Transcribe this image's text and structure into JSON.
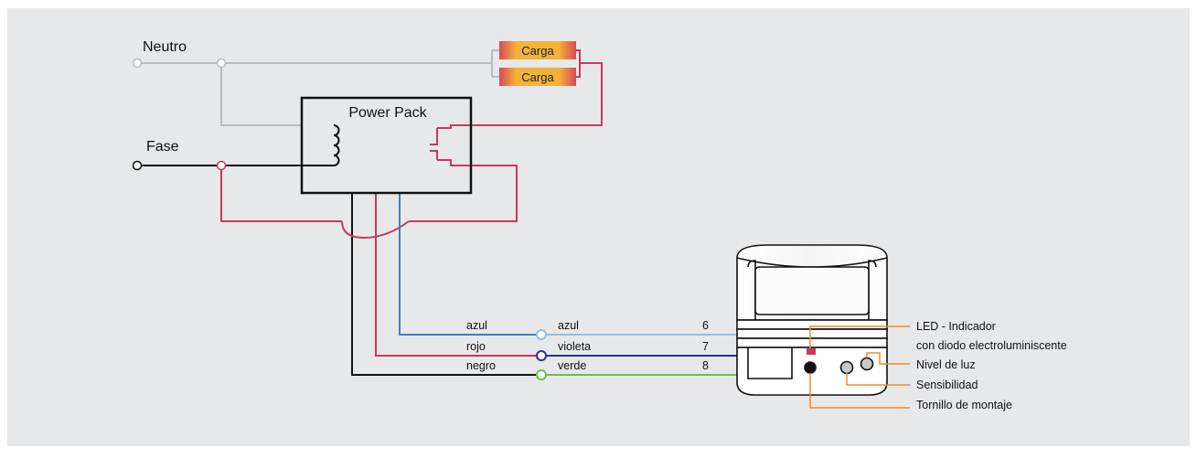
{
  "labels": {
    "neutro": "Neutro",
    "fase": "Fase",
    "power_pack": "Power Pack",
    "carga_1": "Carga",
    "carga_2": "Carga"
  },
  "wires_left": {
    "azul": "azul",
    "rojo": "rojo",
    "negro": "negro"
  },
  "wires_right": {
    "azul": "azul",
    "violeta": "violeta",
    "verde": "verde"
  },
  "terminals": {
    "t6": "6",
    "t7": "7",
    "t8": "8"
  },
  "callouts": {
    "led_line1": "LED - Indicador",
    "led_line2": "con diodo electroluminiscente",
    "nivel": "Nivel de luz",
    "sensibilidad": "Sensibilidad",
    "tornillo": "Tornillo de montaje"
  },
  "colors": {
    "background": "#e7e8ea",
    "neutral_wire": "#b9bbbd",
    "phase_wire": "#111111",
    "red_wire": "#c8385e",
    "blue_wire": "#3a7fc1",
    "light_blue_wire": "#8ec1e6",
    "violet_wire": "#2e2e8a",
    "green_wire": "#6abf4b",
    "callout": "#f08a2a",
    "load_inner": "#f3b23a",
    "load_outer": "#d8485a"
  }
}
